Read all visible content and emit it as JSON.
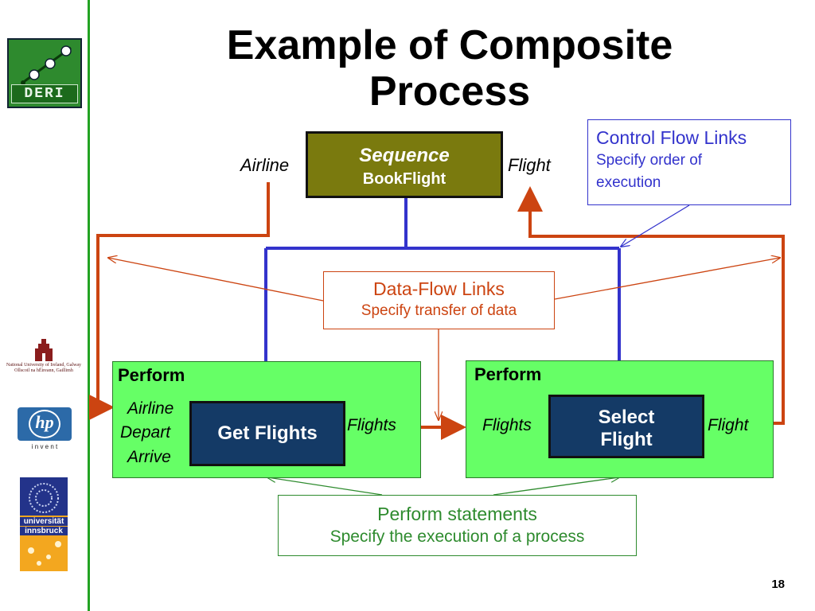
{
  "slide": {
    "title": "Example of Composite Process",
    "page_number": "18"
  },
  "sequence": {
    "line1": "Sequence",
    "line2": "BookFlight",
    "left_label": "Airline",
    "right_label": "Flight"
  },
  "control_flow_callout": {
    "title": "Control Flow Links",
    "line1": "Specify order of",
    "line2": "execution"
  },
  "data_flow_callout": {
    "title": "Data-Flow Links",
    "subtitle": "Specify transfer of data"
  },
  "perform_left": {
    "label": "Perform",
    "inputs": [
      "Airline",
      "Depart",
      "Arrive"
    ],
    "process": "Get Flights",
    "output": "Flights"
  },
  "perform_right": {
    "label": "Perform",
    "input": "Flights",
    "process_line1": "Select",
    "process_line2": "Flight",
    "output": "Flight"
  },
  "perform_statements_callout": {
    "title": "Perform statements",
    "subtitle": "Specify the execution of a process"
  },
  "logos": {
    "deri": "DERI",
    "nui_line1": "National University of Ireland, Galway",
    "nui_line2": "Ollscoil na hÉireann, Gaillimh",
    "hp": "hp",
    "hp_tagline": "i n v e n t",
    "innsbruck_line1": "universität",
    "innsbruck_line2": "innsbruck"
  },
  "colors": {
    "sidebar_line": "#23a323",
    "sequence_box": "#7a7a0e",
    "perform_fill": "#66ff66",
    "process_box": "#143a66",
    "control_flow": "#3333cc",
    "data_flow": "#cc4411",
    "perform_statements": "#2e8b2e"
  }
}
